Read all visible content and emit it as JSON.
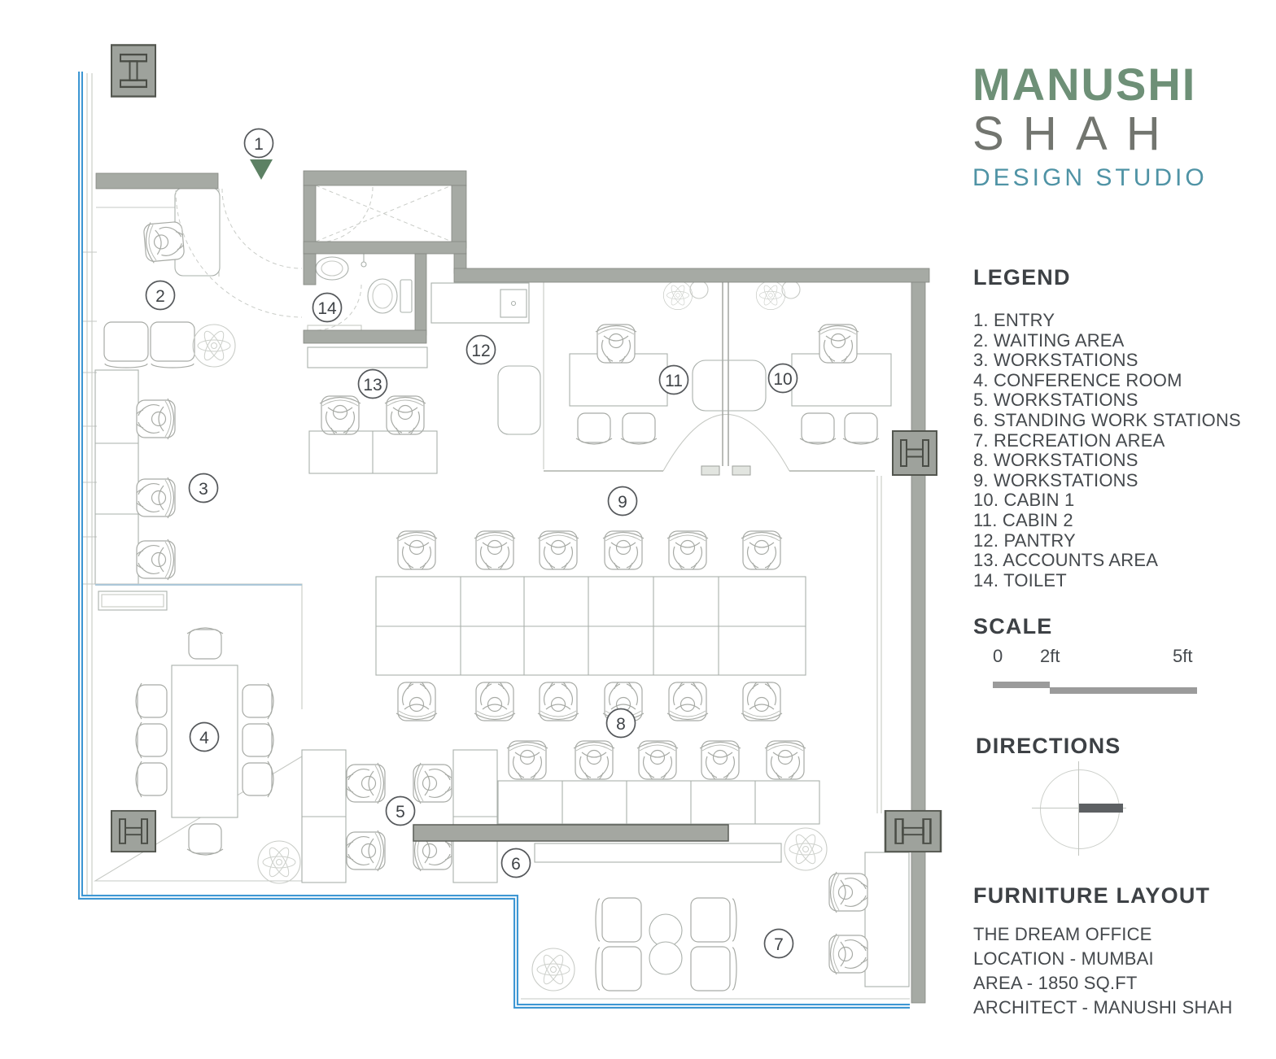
{
  "brand": {
    "line1": "MANUSHI",
    "line2": "SHAH",
    "line3": "DESIGN STUDIO",
    "colors": {
      "line1": "#6e9077",
      "line2": "#72756f",
      "line3": "#4f93a5"
    }
  },
  "legend": {
    "title": "LEGEND",
    "items": [
      "1. ENTRY",
      "2. WAITING AREA",
      "3. WORKSTATIONS",
      "4. CONFERENCE ROOM",
      "5. WORKSTATIONS",
      "6. STANDING WORK STATIONS",
      "7. RECREATION AREA",
      "8. WORKSTATIONS",
      "9. WORKSTATIONS",
      "10. CABIN 1",
      "11. CABIN 2",
      "12. PANTRY",
      "13. ACCOUNTS AREA",
      "14. TOILET"
    ]
  },
  "scale": {
    "title": "SCALE",
    "ticks": [
      "0",
      "2ft",
      "5ft"
    ]
  },
  "directions": {
    "title": "DIRECTIONS"
  },
  "project": {
    "title": "FURNITURE LAYOUT",
    "lines": [
      "THE DREAM OFFICE",
      "LOCATION - MUMBAI",
      "AREA - 1850 SQ.FT",
      "ARCHITECT - MANUSHI SHAH"
    ]
  },
  "plan": {
    "markers": [
      "1",
      "2",
      "3",
      "4",
      "5",
      "6",
      "7",
      "8",
      "9",
      "10",
      "11",
      "12",
      "13",
      "14"
    ],
    "wall_color": "#a6aaa4",
    "property_line_color": "#3e97d3",
    "entry_arrow_color": "#5d8164"
  }
}
